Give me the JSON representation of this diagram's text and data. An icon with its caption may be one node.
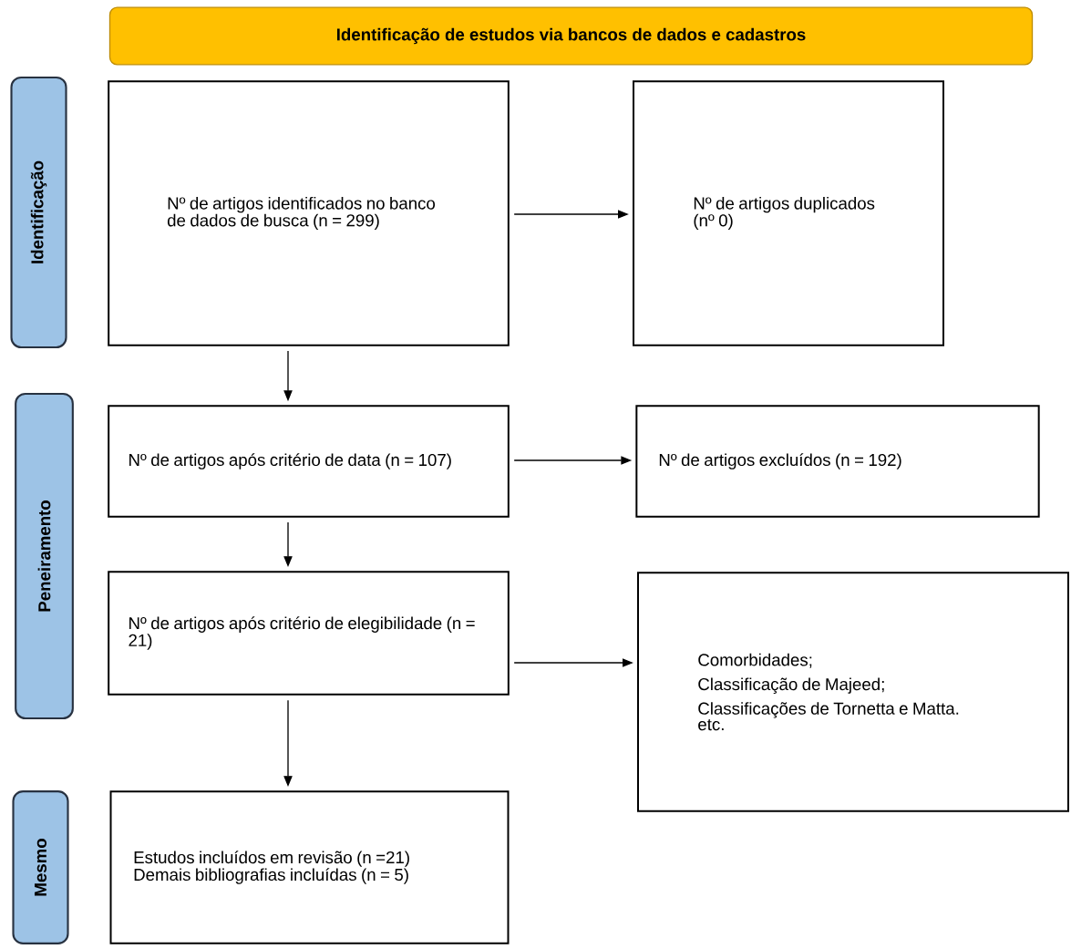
{
  "diagram": {
    "nodes": [
      {
        "text": [
          "Identificação de estudos via bancos de dados e cadastros"
        ]
      },
      {
        "text": [
          "Identificação"
        ]
      },
      {
        "text": [
          "Peneiramento"
        ]
      },
      {
        "text": [
          "Mesmo"
        ]
      },
      {
        "text": [
          "Nº de artigos identificados no banco de dados de busca (n = 299)"
        ]
      },
      {
        "text": [
          "Nº de artigos duplicados (nº 0)"
        ]
      },
      {
        "text": [
          "Nº de artigos após critério de data (n = 107)"
        ]
      },
      {
        "text": [
          "Nº de artigos excluídos (n = 192)"
        ]
      },
      {
        "text": [
          "Nº de artigos após critério de elegibilidade (n = 21)"
        ]
      },
      {
        "text": [
          "Comorbidades;",
          "Classificação de Majeed;",
          "Classificações de Tornetta e Matta.",
          "etc."
        ]
      },
      {
        "text": [
          "Estudos incluídos em revisão (n =21)",
          "Demais bibliografias incluídas (n = 5)"
        ]
      }
    ],
    "edges": [
      {
        "from": 4,
        "to": 5,
        "arrow": "to"
      },
      {
        "from": 4,
        "to": 6,
        "arrow": "to"
      },
      {
        "from": 6,
        "to": 7,
        "arrow": "to"
      },
      {
        "from": 6,
        "to": 8,
        "arrow": "to"
      },
      {
        "from": 8,
        "to": 9,
        "arrow": "to"
      },
      {
        "from": 8,
        "to": 10,
        "arrow": "to"
      }
    ]
  }
}
